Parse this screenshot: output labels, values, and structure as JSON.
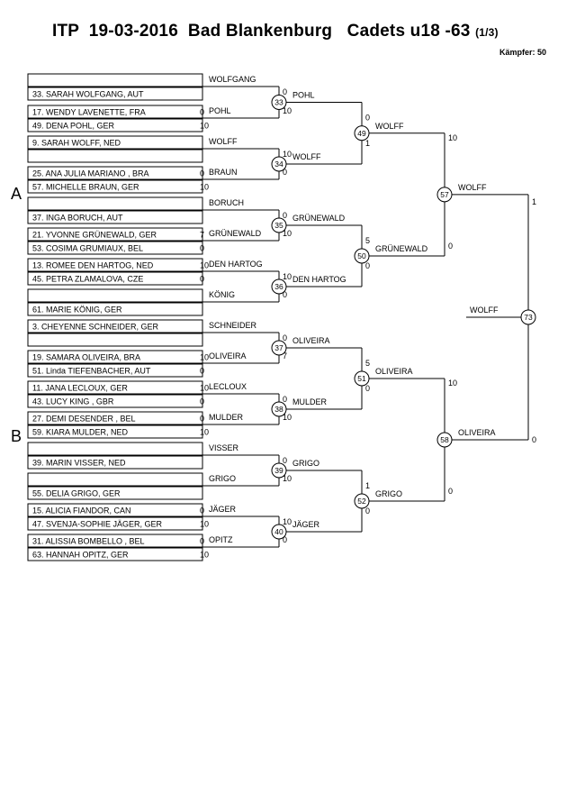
{
  "header": {
    "title": "ITP  19-03-2016  Bad Blankenburg   Cadets u18 -63",
    "subtitle": "(1/3)",
    "fighters": "Kämpfer: 50"
  },
  "sections": [
    "A",
    "B"
  ],
  "entries": [
    {
      "text": "",
      "score": ""
    },
    {
      "text": "33. SARAH WOLFGANG, AUT",
      "score": ""
    },
    {
      "text": "17. WENDY LAVENETTE, FRA",
      "score": "0"
    },
    {
      "text": "49. DENA POHL, GER",
      "score": "10"
    },
    {
      "text": "9. SARAH WOLFF, NED",
      "score": ""
    },
    {
      "text": "",
      "score": ""
    },
    {
      "text": "25. ANA JULIA MARIANO , BRA",
      "score": "0"
    },
    {
      "text": "57. MICHELLE BRAUN, GER",
      "score": "10"
    },
    {
      "text": "",
      "score": ""
    },
    {
      "text": "37. INGA BORUCH, AUT",
      "score": ""
    },
    {
      "text": "21. YVONNE GRÜNEWALD, GER",
      "score": "7"
    },
    {
      "text": "53. COSIMA GRUMIAUX, BEL",
      "score": "0"
    },
    {
      "text": "13. ROMEE DEN HARTOG, NED",
      "score": "10"
    },
    {
      "text": "45. PETRA ZLAMALOVA, CZE",
      "score": "0"
    },
    {
      "text": "",
      "score": ""
    },
    {
      "text": "61. MARIE KÖNIG, GER",
      "score": ""
    },
    {
      "text": "3. CHEYENNE SCHNEIDER, GER",
      "score": ""
    },
    {
      "text": "",
      "score": ""
    },
    {
      "text": "19. SAMARA OLIVEIRA, BRA",
      "score": "10"
    },
    {
      "text": "51. Linda TIEFENBACHER, AUT",
      "score": "0"
    },
    {
      "text": "11. JANA LECLOUX, GER",
      "score": "10"
    },
    {
      "text": "43. LUCY KING , GBR",
      "score": "0"
    },
    {
      "text": "27. DEMI DESENDER , BEL",
      "score": "0"
    },
    {
      "text": "59. KIARA MULDER, NED",
      "score": "10"
    },
    {
      "text": "",
      "score": ""
    },
    {
      "text": "39. MARIN VISSER, NED",
      "score": ""
    },
    {
      "text": "",
      "score": ""
    },
    {
      "text": "55. DELIA GRIGO, GER",
      "score": ""
    },
    {
      "text": "15. ALICIA FIANDOR, CAN",
      "score": "0"
    },
    {
      "text": "47. SVENJA-SOPHIE JÄGER, GER",
      "score": "10"
    },
    {
      "text": "31. ALISSIA BOMBELLO , BEL",
      "score": "0"
    },
    {
      "text": "63. HANNAH OPITZ, GER",
      "score": "10"
    }
  ],
  "round1": [
    {
      "id": "33",
      "top": "WOLFGANG",
      "bottom": "POHL",
      "top_score": "0",
      "bottom_score": "10",
      "winner": "POHL"
    },
    {
      "id": "34",
      "top": "WOLFF",
      "bottom": "BRAUN",
      "top_score": "10",
      "bottom_score": "0",
      "winner": "WOLFF"
    },
    {
      "id": "35",
      "top": "BORUCH",
      "bottom": "GRÜNEWALD",
      "top_score": "0",
      "bottom_score": "10",
      "winner": "GRÜNEWALD"
    },
    {
      "id": "36",
      "top": "DEN HARTOG",
      "bottom": "KÖNIG",
      "top_score": "10",
      "bottom_score": "0",
      "winner": "DEN HARTOG"
    },
    {
      "id": "37",
      "top": "SCHNEIDER",
      "bottom": "OLIVEIRA",
      "top_score": "0",
      "bottom_score": "7",
      "winner": "OLIVEIRA"
    },
    {
      "id": "38",
      "top": "LECLOUX",
      "bottom": "MULDER",
      "top_score": "0",
      "bottom_score": "10",
      "winner": "MULDER"
    },
    {
      "id": "39",
      "top": "VISSER",
      "bottom": "GRIGO",
      "top_score": "0",
      "bottom_score": "10",
      "winner": "GRIGO"
    },
    {
      "id": "40",
      "top": "JÄGER",
      "bottom": "OPITZ",
      "top_score": "10",
      "bottom_score": "0",
      "winner": "JÄGER"
    }
  ],
  "round2": [
    {
      "id": "49",
      "top_score": "0",
      "bottom_score": "1",
      "winner": "WOLFF"
    },
    {
      "id": "50",
      "top_score": "5",
      "bottom_score": "0",
      "winner": "GRÜNEWALD"
    },
    {
      "id": "51",
      "top_score": "5",
      "bottom_score": "0",
      "winner": "OLIVEIRA"
    },
    {
      "id": "52",
      "top_score": "1",
      "bottom_score": "0",
      "winner": "GRIGO"
    }
  ],
  "round3": [
    {
      "id": "57",
      "top_score": "10",
      "bottom_score": "0",
      "winner": "WOLFF"
    },
    {
      "id": "58",
      "top_score": "10",
      "bottom_score": "0",
      "winner": "OLIVEIRA"
    }
  ],
  "final": {
    "id": "73",
    "top_score": "1",
    "bottom_score": "0",
    "winner": "WOLFF"
  }
}
